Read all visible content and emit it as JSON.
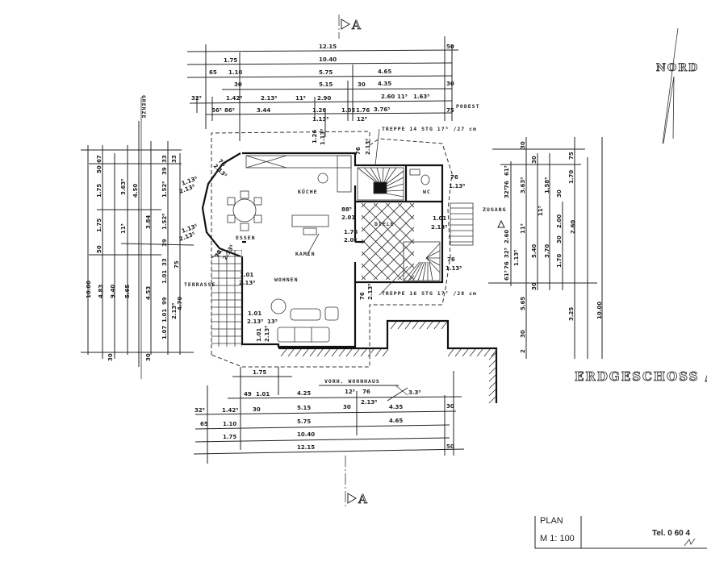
{
  "title": "ERDGESCHOSS /",
  "north": "NORD",
  "border_label": "GRENZE",
  "section_marks": {
    "top": "A",
    "bottom": "A"
  },
  "rooms": {
    "kitchen": "KÜCHE",
    "dining": "ESSEN",
    "living": "WOHNEN",
    "fireplace": "KAMIN",
    "hall": "DIELE",
    "wc": "WC",
    "terrace": "TERRASSE",
    "entrance": "ZUGANG",
    "landing": "PODEST",
    "existing_house": "VORH. WOHNHAUS"
  },
  "stairs": {
    "upper": "TREPPE  14 STG 17⁵ /27 cm",
    "lower": "TREPPE  16 STG 17⁷ /28 cm"
  },
  "dims": {
    "top": [
      "12.15",
      "50",
      "1.75",
      "10.40",
      "65",
      "1.10",
      "5.75",
      "4.65",
      "30",
      "5.15",
      "30",
      "4.35",
      "30",
      "32⁵",
      "1.42⁵",
      "2.13⁵",
      "11⁵",
      "2.90",
      "2.60",
      "11⁵",
      "1.63⁵",
      "56³",
      "86²",
      "3.44",
      "1.26",
      "1.05",
      "1.76",
      "3.76⁵",
      "75",
      "1.13⁵",
      "12⁵"
    ],
    "bottom": [
      "1.75",
      "49",
      "1.01",
      "4.25",
      "12⁵",
      "76",
      "3.3⁵",
      "2.13⁵",
      "32⁵",
      "1.42⁵",
      "30",
      "5.15",
      "30",
      "4.35",
      "30",
      "65",
      "1.10",
      "5.75",
      "4.65",
      "1.75",
      "10.40",
      "12.15",
      "50"
    ],
    "left": [
      "10.00",
      "67",
      "50",
      "1.75",
      "1.75",
      "50",
      "4.83",
      "30",
      "9.40",
      "3.63⁵",
      "11⁵",
      "5.65",
      "4.50",
      "3.84",
      "4.53",
      "30",
      "1.52⁸",
      "1.52⁸",
      "33",
      "39",
      "39",
      "33",
      "33",
      "75",
      "1.01",
      "99",
      "1.01",
      "1.07",
      "2.13⁵",
      "4.70"
    ],
    "right": [
      "30",
      "61⁵",
      "76",
      "32⁵",
      "3.63⁵",
      "11⁵",
      "2.60",
      "32⁵",
      "76",
      "1.13⁵",
      "61⁵",
      "5.65",
      "30",
      "2",
      "30",
      "5.40",
      "30",
      "1.58⁵",
      "11⁵",
      "3.70",
      "75",
      "1.70",
      "30",
      "2.00",
      "30",
      "1.70",
      "2.60",
      "3.25",
      "10.00"
    ],
    "openings": [
      "1.26",
      "1.13⁵",
      "88⁵",
      "2.01",
      "1.76",
      "2.01",
      "1.01",
      "2.13⁵",
      "76",
      "1.13⁵",
      "76",
      "1.13⁵",
      "1.01",
      "2.13⁵",
      "1.01",
      "2.13⁵",
      "13⁵",
      "1.01",
      "2.13⁵",
      "76",
      "2.13⁵",
      "76",
      "2.13⁵",
      "76",
      "2.13⁵",
      "1.13⁵",
      "2.13⁵",
      "1.13⁵",
      "2.13⁵",
      "78",
      "2.13⁵"
    ]
  },
  "title_block": {
    "plan": "PLAN",
    "scale": "M   1: 100",
    "phone": "Tel. 0 60 4"
  }
}
